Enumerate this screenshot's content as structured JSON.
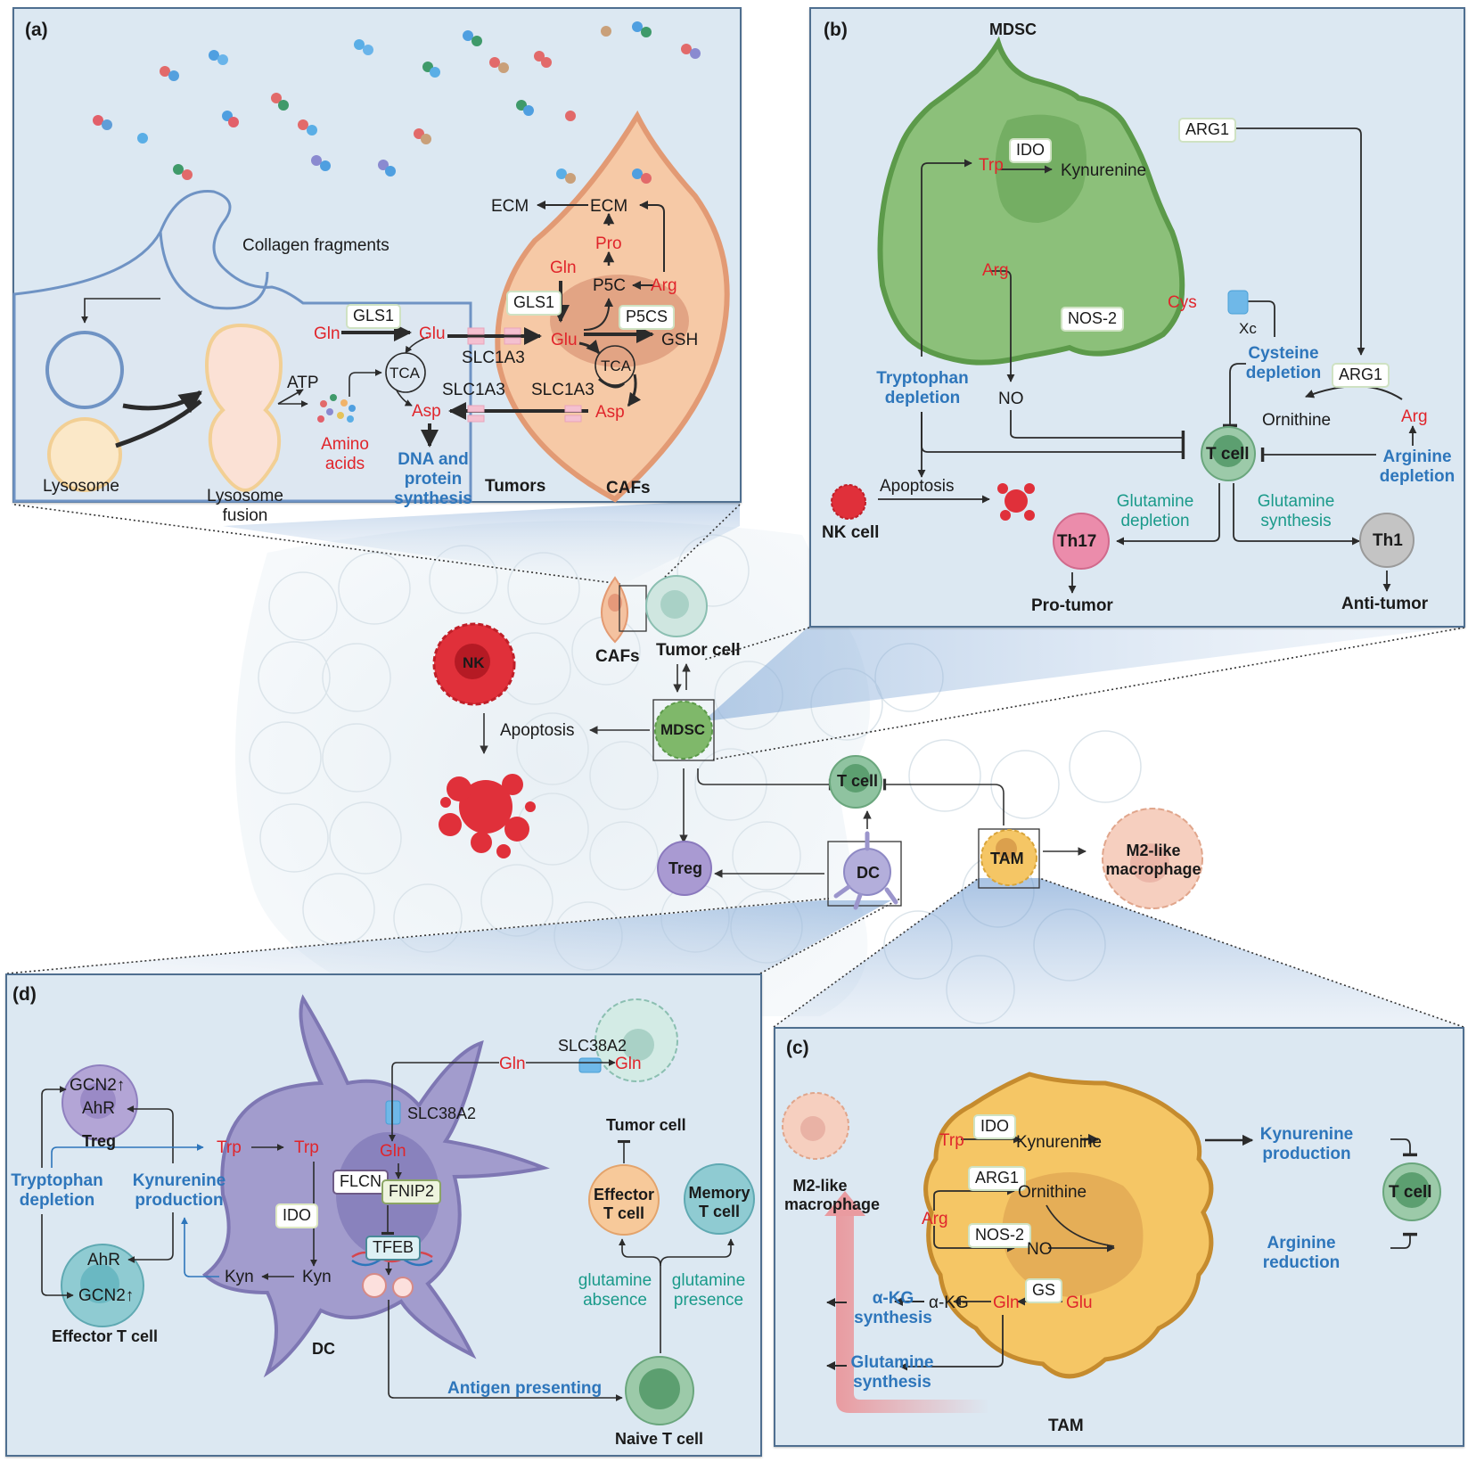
{
  "panels": {
    "a": {
      "label": "(a)",
      "collagen_fragments": "Collagen fragments",
      "lysosome": "Lysosome",
      "lysosome_fusion_1": "Lysosome",
      "lysosome_fusion_2": "fusion",
      "atp": "ATP",
      "amino_acids_1": "Amino",
      "amino_acids_2": "acids",
      "gln_tumor": "Gln",
      "gls1_tumor": "GLS1",
      "glu_tumor": "Glu",
      "tca_tumor": "TCA",
      "asp_tumor": "Asp",
      "slc1a3_top": "SLC1A3",
      "slc1a3_mid_left": "SLC1A3",
      "slc1a3_mid_right": "SLC1A3",
      "dna_1": "DNA and",
      "dna_2": "protein",
      "dna_3": "synthesis",
      "tumors": "Tumors",
      "cafs": "CAFs",
      "ecm_out": "ECM",
      "ecm_in": "ECM",
      "pro": "Pro",
      "gln_caf": "Gln",
      "gls1_caf": "GLS1",
      "p5c": "P5C",
      "arg_caf": "Arg",
      "p5cs": "P5CS",
      "glu_caf": "Glu",
      "gsh": "GSH",
      "tca_caf": "TCA",
      "asp_caf": "Asp"
    },
    "b": {
      "label": "(b)",
      "mdsc_title": "MDSC",
      "ido": "IDO",
      "trp": "Trp",
      "kynurenine": "Kynurenine",
      "arg1_top": "ARG1",
      "arg": "Arg",
      "nos2": "NOS-2",
      "cys": "Cys",
      "xc": "Xc",
      "cysteine_depletion_1": "Cysteine",
      "cysteine_depletion_2": "depletion",
      "arg1_bottom": "ARG1",
      "tryptophan_depletion_1": "Tryptophan",
      "tryptophan_depletion_2": "depletion",
      "no": "NO",
      "ornithine": "Ornithine",
      "arg_right": "Arg",
      "t_cell": "T cell",
      "arginine_depletion_1": "Arginine",
      "arginine_depletion_2": "depletion",
      "apoptosis": "Apoptosis",
      "nk_cell": "NK cell",
      "glutamine_depletion_1": "Glutamine",
      "glutamine_depletion_2": "depletion",
      "glutamine_synthesis_1": "Glutamine",
      "glutamine_synthesis_2": "synthesis",
      "th17": "Th17",
      "th1": "Th1",
      "pro_tumor": "Pro-tumor",
      "anti_tumor": "Anti-tumor"
    },
    "center": {
      "cafs": "CAFs",
      "tumor_cell": "Tumor cell",
      "nk": "NK",
      "mdsc": "MDSC",
      "apoptosis": "Apoptosis",
      "t_cell": "T cell",
      "treg": "Treg",
      "dc": "DC",
      "tam": "TAM",
      "m2_1": "M2-like",
      "m2_2": "macrophage"
    },
    "d": {
      "label": "(d)",
      "gcn2_treg": "GCN2",
      "ahr_treg": "AhR",
      "treg": "Treg",
      "trp_out": "Trp",
      "trp_in": "Trp",
      "tryptophan_depletion_1": "Tryptophan",
      "tryptophan_depletion_2": "depletion",
      "kynurenine_production_1": "Kynurenine",
      "kynurenine_production_2": "production",
      "ahr_eff": "AhR",
      "gcn2_eff": "GCN2",
      "effector_t_cell": "Effector T cell",
      "ido": "IDO",
      "kyn_in": "Kyn",
      "kyn_out": "Kyn",
      "dc": "DC",
      "slc38a2_dc": "SLC38A2",
      "gln_dc": "Gln",
      "flcn": "FLCN",
      "fnip2": "FNIP2",
      "tfeb": "TFEB",
      "gln_extra": "Gln",
      "slc38a2_tumor": "SLC38A2",
      "gln_tumor": "Gln",
      "tumor_cell": "Tumor cell",
      "effector_1": "Effector",
      "effector_2": "T cell",
      "memory_1": "Memory",
      "memory_2": "T cell",
      "glutamine_absence_1": "glutamine",
      "glutamine_absence_2": "absence",
      "glutamine_presence_1": "glutamine",
      "glutamine_presence_2": "presence",
      "antigen_presenting": "Antigen presenting",
      "naive_t_cell": "Naive T cell"
    },
    "c": {
      "label": "(c)",
      "m2_1": "M2-like",
      "m2_2": "macrophage",
      "ido": "IDO",
      "trp": "Trp",
      "kynurenine": "Kynurenine",
      "kynurenine_production_1": "Kynurenine",
      "kynurenine_production_2": "production",
      "arg1": "ARG1",
      "ornithine": "Ornithine",
      "arg": "Arg",
      "nos2": "NOS-2",
      "no": "NO",
      "arginine_reduction_1": "Arginine",
      "arginine_reduction_2": "reduction",
      "t_cell": "T cell",
      "gs": "GS",
      "akg": "α-KG",
      "gln": "Gln",
      "glu": "Glu",
      "akg_synthesis_1": "α-KG",
      "akg_synthesis_2": "synthesis",
      "glutamine_synthesis_1": "Glutamine",
      "glutamine_synthesis_2": "synthesis",
      "tam": "TAM"
    }
  },
  "colors": {
    "panel_bg": "#dce8f2",
    "panel_border": "#4f6f90",
    "metabolite_red": "#e0252b",
    "process_blue": "#2e76bb",
    "glutamine_teal": "#1a9a8a",
    "mdsc_green": "#8cc07a",
    "caf_peach": "#f4c2a0",
    "tam_yellow": "#f5c665",
    "dc_purple": "#a29ccd",
    "t_cell_green": "#8fc3a0",
    "nk_red": "#e0303a"
  }
}
